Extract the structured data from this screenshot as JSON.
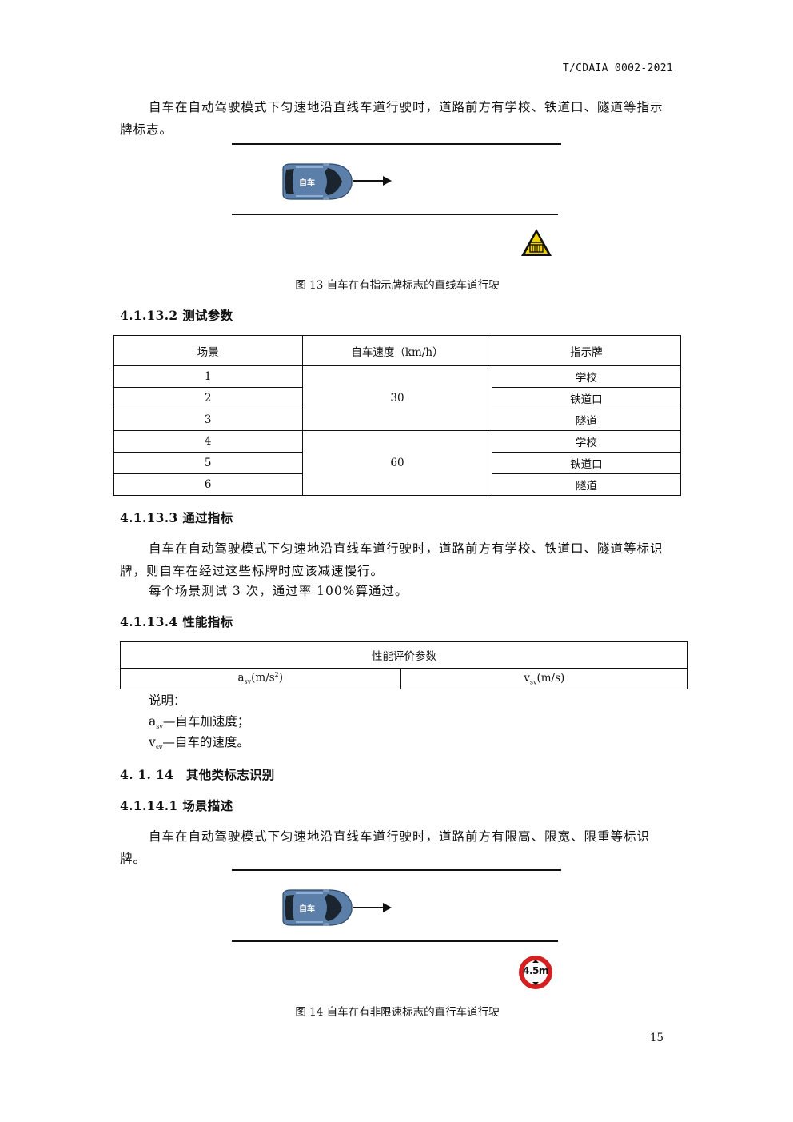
{
  "header": {
    "standard_code": "T/CDAIA 0002-2021"
  },
  "section_13": {
    "intro": "自车在自动驾驶模式下匀速地沿直线车道行驶时，道路前方有学校、铁道口、隧道等指示牌标志。",
    "car_label": "自车",
    "figure_caption": "图 13 自车在有指示牌标志的直线车道行驶",
    "params_heading": "4.1.13.2 测试参数",
    "params_table": {
      "headers": [
        "场景",
        "自车速度（km/h）",
        "指示牌"
      ],
      "speeds": [
        "30",
        "60"
      ],
      "rows": [
        {
          "scene": "1",
          "sign": "学校"
        },
        {
          "scene": "2",
          "sign": "铁道口"
        },
        {
          "scene": "3",
          "sign": "隧道"
        },
        {
          "scene": "4",
          "sign": "学校"
        },
        {
          "scene": "5",
          "sign": "铁道口"
        },
        {
          "scene": "6",
          "sign": "隧道"
        }
      ]
    },
    "pass_heading": "4.1.13.3 通过指标",
    "pass_para_1": "自车在自动驾驶模式下匀速地沿直线车道行驶时，道路前方有学校、铁道口、隧道等标识牌，则自车在经过这些标牌时应该减速慢行。",
    "pass_para_2": "每个场景测试 3 次，通过率 100%算通过。",
    "perf_heading": "4.1.13.4 性能指标",
    "perf_table": {
      "title": "性能评价参数",
      "col1_base": "a",
      "col1_sub": "sv",
      "col1_unit": "(m/s",
      "col1_sup": "2",
      "col1_close": ")",
      "col2_base": "v",
      "col2_sub": "sv",
      "col2_unit": "(m/s)"
    },
    "notes_label": "说明：",
    "note_a_base": "a",
    "note_a_sub": "sv",
    "note_a_text": "—自车加速度；",
    "note_v_base": "v",
    "note_v_sub": "sv",
    "note_v_text": "—自车的速度。"
  },
  "section_14": {
    "heading": "4. 1. 14　其他类标志识别",
    "scene_heading": "4.1.14.1 场景描述",
    "intro": "自车在自动驾驶模式下匀速地沿直线车道行驶时，道路前方有限高、限宽、限重等标识牌。",
    "car_label": "自车",
    "sign_text": "4.5m",
    "figure_caption": "图 14 自车在有非限速标志的直行车道行驶"
  },
  "page_number": "15",
  "colors": {
    "car_body": "#5b7fa8",
    "sign_yellow": "#f2d000",
    "sign_red": "#d42020"
  }
}
